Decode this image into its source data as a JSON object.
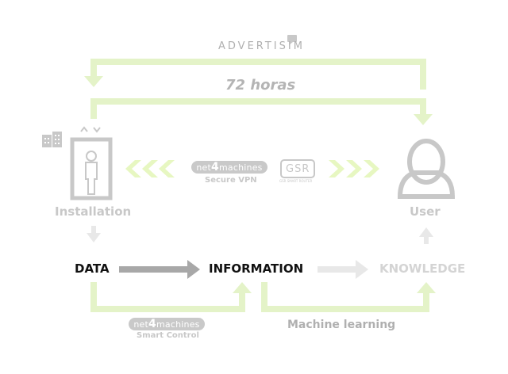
{
  "brand": {
    "prefix": "ADVERTIS",
    "suffix": "IM"
  },
  "top_loop": {
    "label": "72 horas"
  },
  "nodes": {
    "installation": "Installation",
    "user": "User",
    "data": "DATA",
    "information": "INFORMATION",
    "knowledge": "KNOWLEDGE"
  },
  "vpn": {
    "logo": {
      "prefix": "net",
      "digit": "4",
      "suffix": "machines"
    },
    "caption": "Secure VPN",
    "router_badge": "GSR",
    "router_caption": "GSR SMART ROUTER"
  },
  "smart_control": {
    "logo": {
      "prefix": "net",
      "digit": "4",
      "suffix": "machines"
    },
    "caption": "Smart Control"
  },
  "ml_label": "Machine learning",
  "colors": {
    "green": "#e4f3c8",
    "chevron_green": "#e7f7c1",
    "gray": "#c8c8c8",
    "light_gray": "#e8e8e8",
    "dark_arrow": "#a8a8a8",
    "black": "#111111"
  }
}
